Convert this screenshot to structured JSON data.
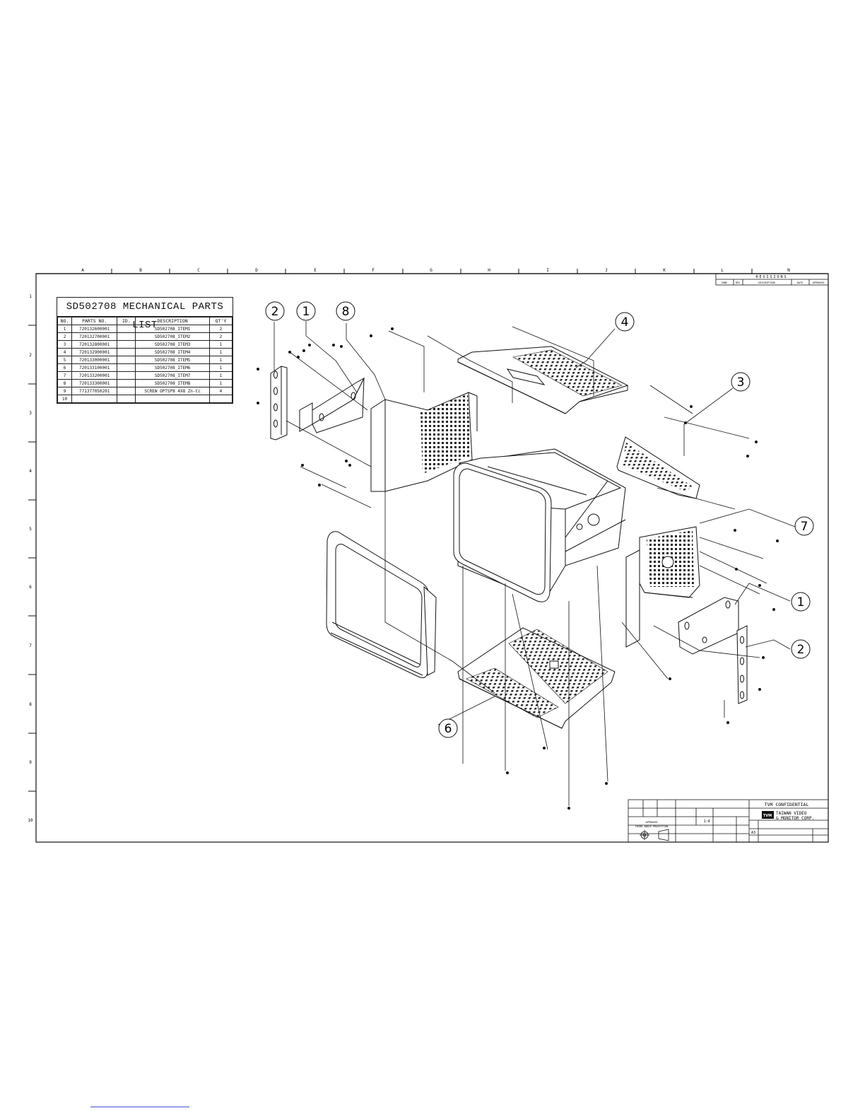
{
  "drawing": {
    "col_labels": [
      "A",
      "B",
      "C",
      "D",
      "E",
      "F",
      "G",
      "H",
      "I",
      "J",
      "K",
      "L",
      "N"
    ],
    "row_labels": [
      "1",
      "2",
      "3",
      "4",
      "5",
      "6",
      "7",
      "8",
      "9",
      "10"
    ]
  },
  "parts_list": {
    "title": "SD502708 MECHANICAL PARTS LIST",
    "headers": [
      "NO.",
      "PARTS NO.",
      "ID.",
      "DESCRIPTION",
      "QT'Y"
    ],
    "rows": [
      {
        "no": "1",
        "parts_no": "720132600001",
        "id": "",
        "desc": "SD502708_ITEM1",
        "qty": "2"
      },
      {
        "no": "2",
        "parts_no": "720132700001",
        "id": "",
        "desc": "SD502708_ITEM2",
        "qty": "2"
      },
      {
        "no": "3",
        "parts_no": "720132800001",
        "id": "",
        "desc": "SD502708_ITEM3",
        "qty": "1"
      },
      {
        "no": "4",
        "parts_no": "720132900001",
        "id": "",
        "desc": "SD502708_ITEM4",
        "qty": "1"
      },
      {
        "no": "5",
        "parts_no": "720133000001",
        "id": "",
        "desc": "SD502708_ITEM5",
        "qty": "1"
      },
      {
        "no": "6",
        "parts_no": "720133100001",
        "id": "",
        "desc": "SD502708_ITEM6",
        "qty": "1"
      },
      {
        "no": "7",
        "parts_no": "720133200001",
        "id": "",
        "desc": "SD502708_ITEM7",
        "qty": "1"
      },
      {
        "no": "8",
        "parts_no": "720133300001",
        "id": "",
        "desc": "SD502708_ITEM8",
        "qty": "1"
      },
      {
        "no": "9",
        "parts_no": "771377050201",
        "id": "",
        "desc": "SCREW OPTSP8 4X8 Zn-Cc",
        "qty": "4"
      },
      {
        "no": "10",
        "parts_no": "",
        "id": "",
        "desc": "",
        "qty": ""
      }
    ]
  },
  "balloons": [
    "2",
    "1",
    "8",
    "4",
    "3",
    "7",
    "1",
    "2",
    "6"
  ],
  "revisions": {
    "title": "REVISIONS",
    "headers": [
      "ZONE",
      "REV",
      "DESCRIPTION",
      "DATE",
      "APPROVED"
    ]
  },
  "title_block": {
    "confidential": "TVM CONFIDENTIAL",
    "company_line1": "TAIWAN VIDEO",
    "company_line2": "& MONITOR CORP.",
    "logo": "TVM",
    "approved_label": "APPROVED",
    "projection_label": "THIRD ANGLE PROJECTION",
    "size_value": "A3",
    "scale_value": "1:4"
  },
  "colors": {
    "ink": "#111111",
    "link": "#3b4fd1"
  }
}
